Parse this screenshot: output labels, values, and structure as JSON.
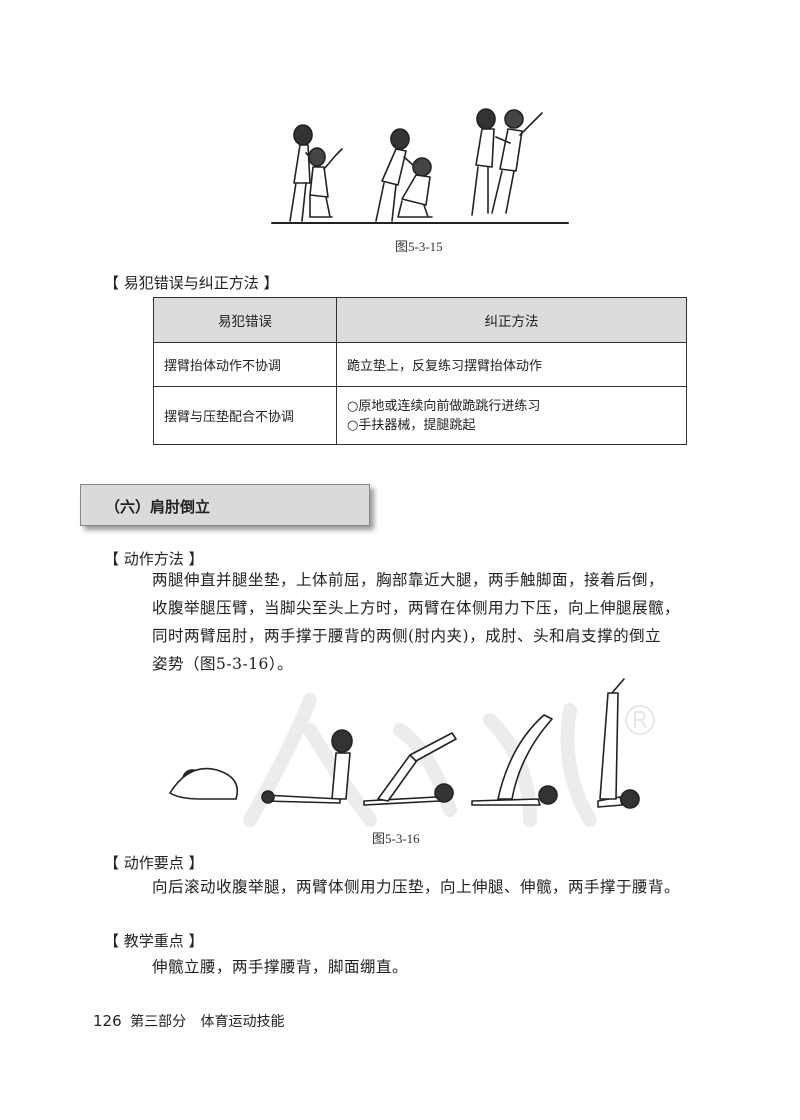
{
  "figure1": {
    "caption": "图5-3-15"
  },
  "errors_section": {
    "heading": "【 易犯错误与纠正方法 】",
    "table": {
      "headers": [
        "易犯错误",
        "纠正方法"
      ],
      "rows": [
        {
          "error": "摆臂抬体动作不协调",
          "fix": [
            "跪立垫上，反复练习摆臂抬体动作"
          ]
        },
        {
          "error": "摆臂与压垫配合不协调",
          "fix": [
            "○原地或连续向前做跪跳行进练习",
            "○手扶器械，提腿跳起"
          ]
        }
      ]
    }
  },
  "section6": {
    "title": "（六）肩肘倒立"
  },
  "method": {
    "heading": "【 动作方法 】",
    "lines": [
      "两腿伸直并腿坐垫，上体前屈，胸部靠近大腿，两手触脚面，接着后倒，",
      "收腹举腿压臂，当脚尖至头上方时，两臂在体侧用力下压，向上伸腿展髋，",
      "同时两臂屈肘，两手撑于腰背的两侧(肘内夹)，成肘、头和肩支撑的倒立",
      "姿势（图5-3-16）。"
    ]
  },
  "figure2": {
    "caption": "图5-3-16"
  },
  "keypoints": {
    "heading": "【 动作要点 】",
    "text": "向后滚动收腹举腿，两臂体侧用力压垫，向上伸腿、伸髋，两手撑于腰背。"
  },
  "teaching": {
    "heading": "【 教学重点 】",
    "text": "伸髋立腰，两手撑腰背，脚面绷直。"
  },
  "footer": {
    "page_number": "126",
    "part_label": "第三部分",
    "part_title": "体育运动技能"
  }
}
